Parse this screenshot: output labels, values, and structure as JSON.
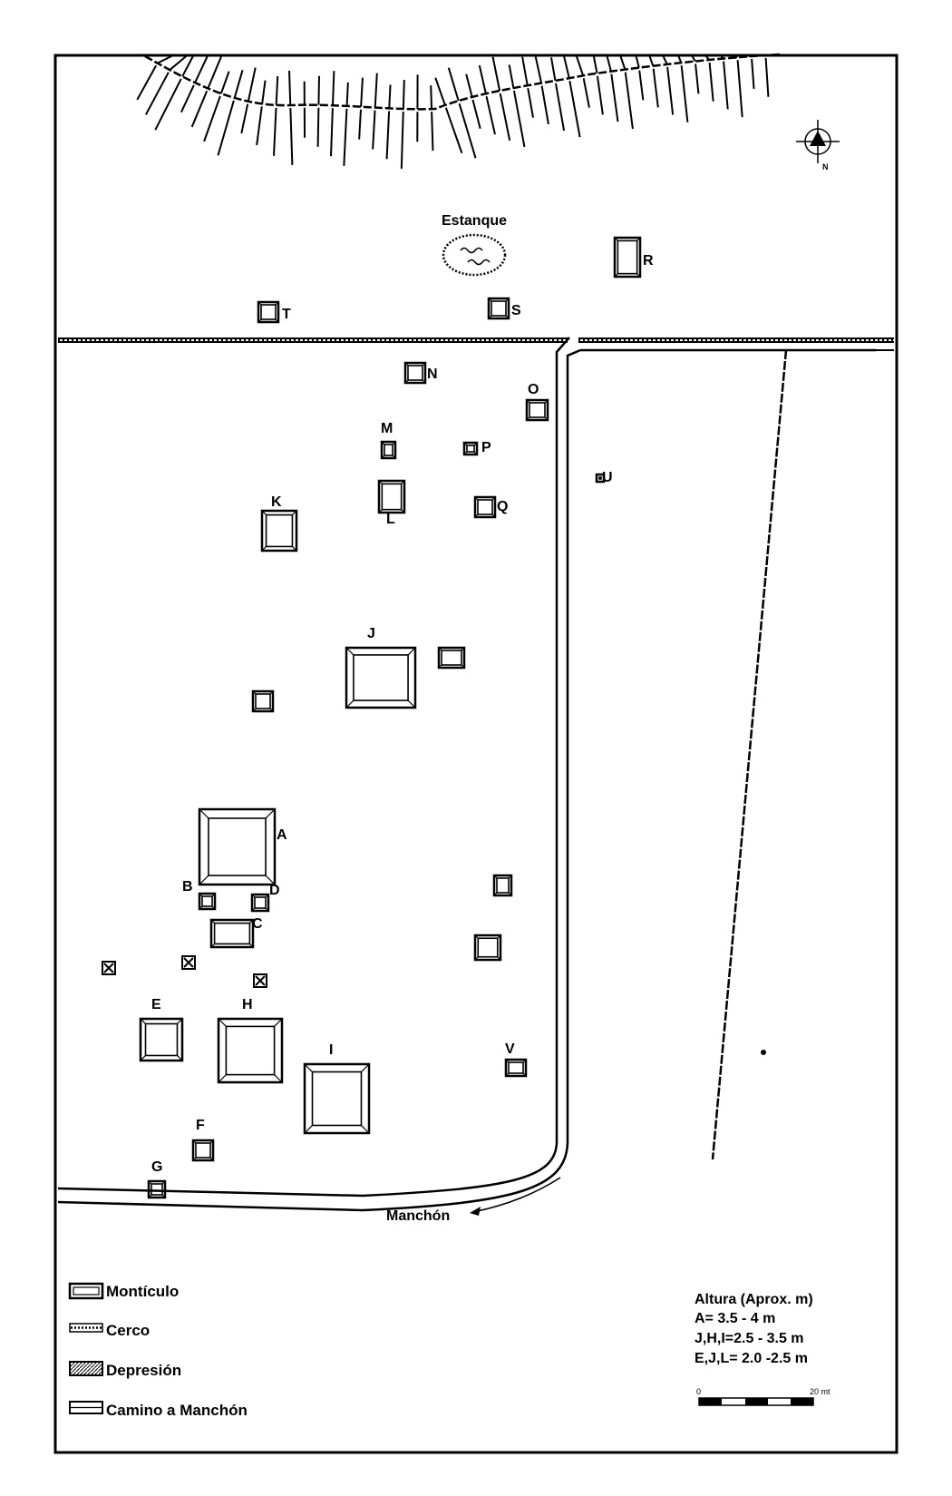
{
  "compass": {
    "north_label": "N"
  },
  "features": {
    "pond_label": "Estanque",
    "road_label": "Manchón"
  },
  "mounds": {
    "A": "A",
    "B": "B",
    "C": "C",
    "D": "D",
    "E": "E",
    "F": "F",
    "G": "G",
    "H": "H",
    "I": "I",
    "J": "J",
    "K": "K",
    "L": "L",
    "M": "M",
    "N": "N",
    "O": "O",
    "P": "P",
    "Q": "Q",
    "R": "R",
    "S": "S",
    "T": "T",
    "U": "U",
    "V": "V"
  },
  "legend": {
    "monticulo": "Montículo",
    "cerco": "Cerco",
    "depresion": "Depresión",
    "camino": "Camino a Manchón"
  },
  "heights": {
    "title": "Altura (Aprox. m)",
    "line1": "A= 3.5 - 4 m",
    "line2": "J,H,I=2.5 - 3.5 m",
    "line3": "E,J,L= 2.0 -2.5 m"
  },
  "scale": {
    "start": "0",
    "end": "20 mt"
  }
}
